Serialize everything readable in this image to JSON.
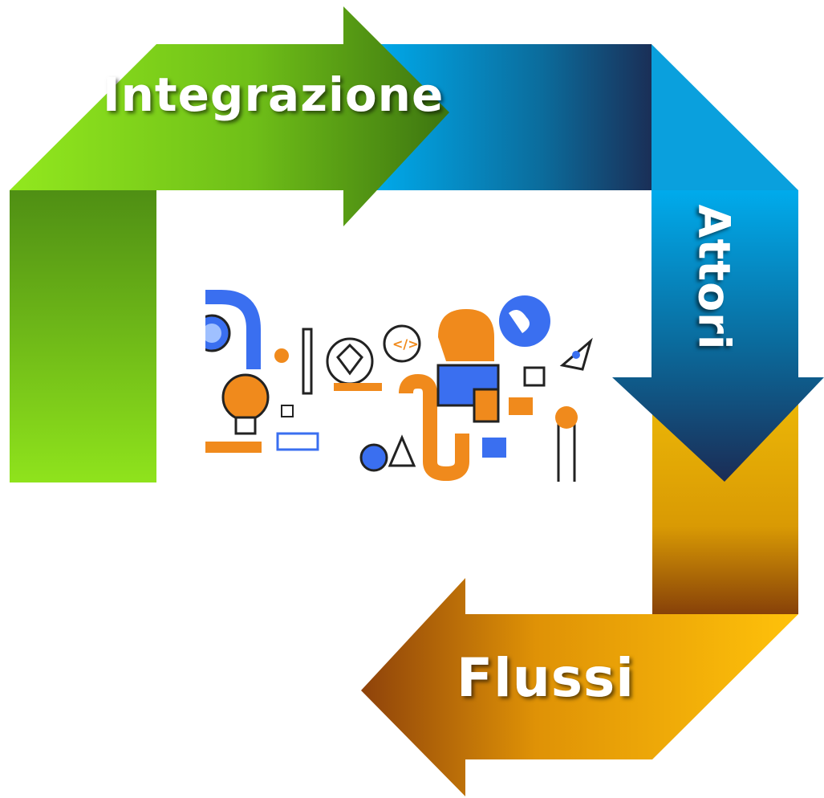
{
  "diagram": {
    "type": "cycle",
    "steps": [
      {
        "id": "integrazione",
        "label": "Integrazione",
        "color_from": "#8ee41e",
        "color_to": "#3f7a10",
        "direction": "right"
      },
      {
        "id": "attori",
        "label": "Attori",
        "color_from": "#00a8e8",
        "color_to": "#16335e",
        "direction": "down"
      },
      {
        "id": "flussi",
        "label": "Flussi",
        "color_from": "#ffc107",
        "color_to": "#9c4a08",
        "direction": "left"
      }
    ],
    "center_illustration": "technology-and-innovation-icons"
  }
}
